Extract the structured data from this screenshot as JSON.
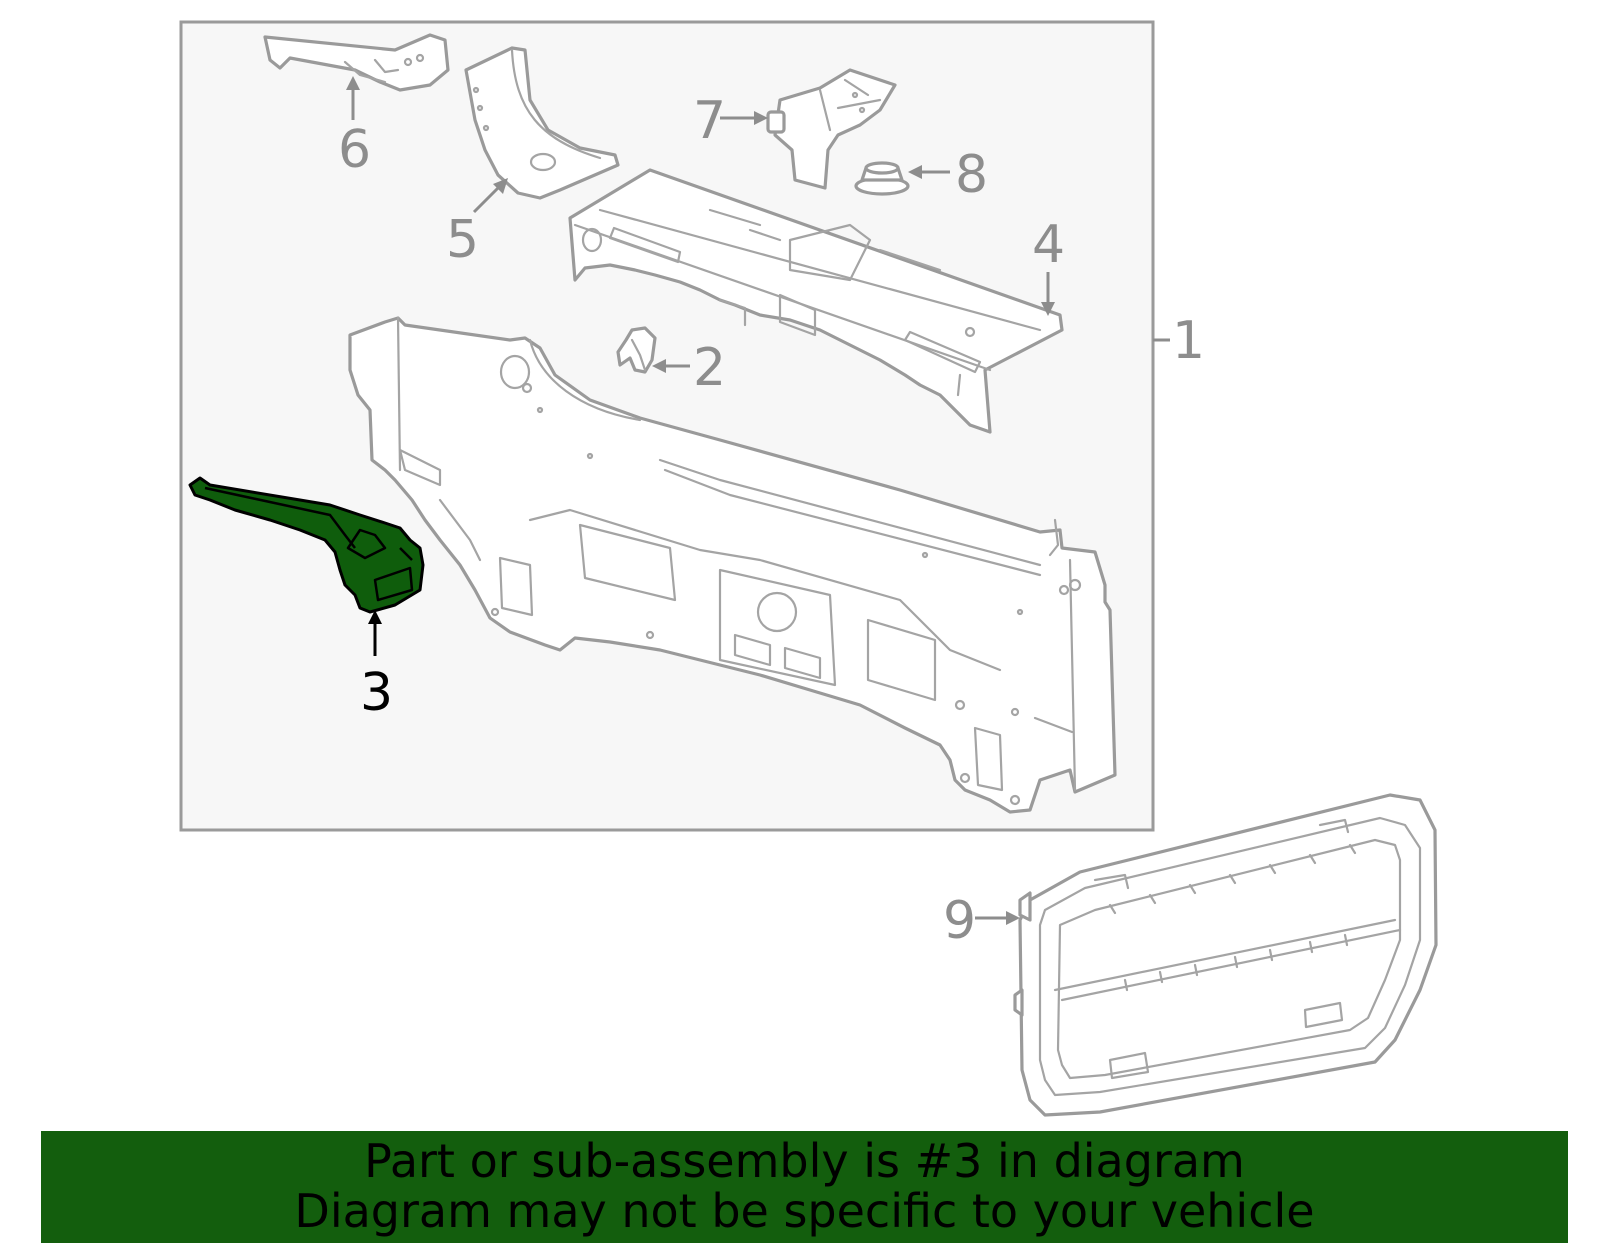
{
  "diagram": {
    "highlighted_part": "3",
    "callouts": [
      {
        "id": "1",
        "label": "1"
      },
      {
        "id": "2",
        "label": "2"
      },
      {
        "id": "3",
        "label": "3"
      },
      {
        "id": "4",
        "label": "4"
      },
      {
        "id": "5",
        "label": "5"
      },
      {
        "id": "6",
        "label": "6"
      },
      {
        "id": "7",
        "label": "7"
      },
      {
        "id": "8",
        "label": "8"
      },
      {
        "id": "9",
        "label": "9"
      }
    ],
    "colors": {
      "highlight_fill": "#0f5d0c",
      "banner_bg": "#135e0d",
      "line_gray": "#9a9a9a",
      "box_bg": "#f7f7f7"
    }
  },
  "banner": {
    "line1": "Part or sub-assembly is #3 in diagram",
    "line2": "Diagram may not be specific to your vehicle"
  }
}
